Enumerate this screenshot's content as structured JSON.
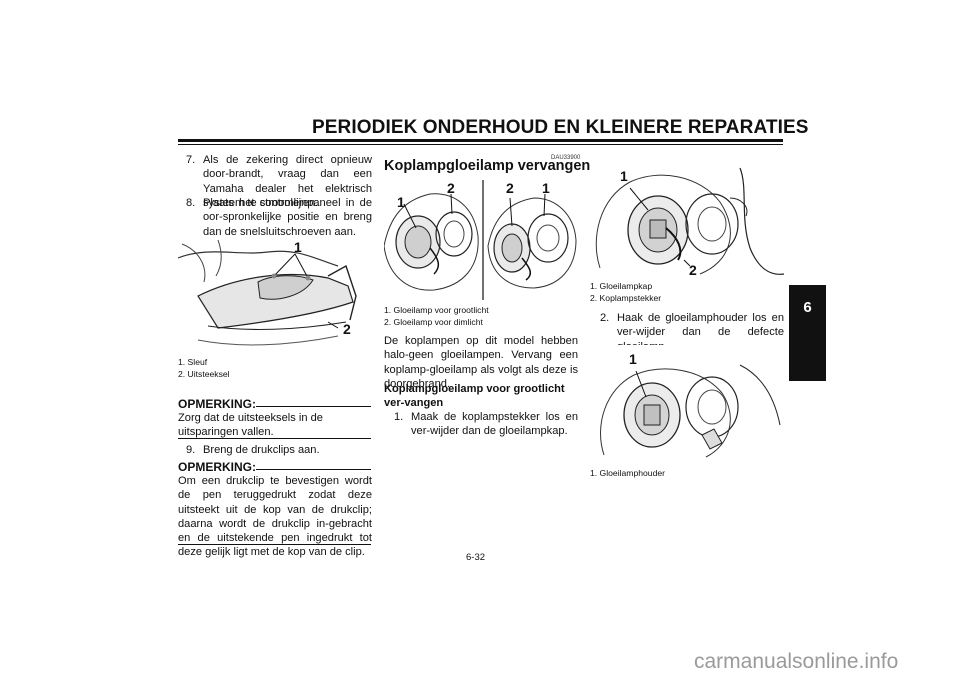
{
  "header": {
    "title": "PERIODIEK ONDERHOUD EN KLEINERE REPARATIES",
    "chapter_tab": "6"
  },
  "col1": {
    "step7": {
      "num": "7.",
      "text": "Als de zekering direct opnieuw door-brandt, vraag dan een Yamaha dealer het elektrisch systeem te controleren."
    },
    "step8": {
      "num": "8.",
      "text": "Plaats het stroomlijnpaneel in de oor-spronkelijke positie en breng dan de snelsluitschroeven aan."
    },
    "figure1": {
      "callout1": "1",
      "callout2": "2"
    },
    "captions": [
      "1. Sleuf",
      "2. Uitsteeksel"
    ],
    "note1": {
      "head": "OPMERKING:",
      "text": "Zorg dat de uitsteeksels in de uitsparingen vallen."
    },
    "step9": {
      "num": "9.",
      "text": "Breng de drukclips aan."
    },
    "note2": {
      "head": "OPMERKING:",
      "text": "Om een drukclip te bevestigen wordt de pen teruggedrukt zodat deze uitsteekt uit de kop van de drukclip; daarna wordt de drukclip in-gebracht en de uitstekende pen ingedrukt tot deze gelijk ligt met de kop van de clip."
    }
  },
  "col2": {
    "code": "DAU33900",
    "heading": "Koplampgloeilamp vervangen",
    "figure2": {
      "left_callout_1": "1",
      "left_callout_2": "2",
      "right_callout_2": "2",
      "right_callout_1": "1"
    },
    "captions": [
      "1. Gloeilamp voor grootlicht",
      "2. Gloeilamp voor dimlicht"
    ],
    "paragraph": "De koplampen op dit model hebben halo-geen gloeilampen. Vervang een koplamp-gloeilamp als volgt als deze is doorgebrand.",
    "subheading": "Koplampgloeilamp voor grootlicht ver-vangen",
    "step1": {
      "num": "1.",
      "text": "Maak de koplampstekker los en ver-wijder dan de gloeilampkap."
    }
  },
  "col3": {
    "figure3": {
      "callout1": "1",
      "callout2": "2"
    },
    "captions": [
      "1. Gloeilampkap",
      "2. Koplampstekker"
    ],
    "step2": {
      "num": "2.",
      "text": "Haak de gloeilamphouder los en ver-wijder dan de defecte gloeilamp."
    },
    "figure4": {
      "callout1": "1"
    },
    "caption4": "1. Gloeilamphouder"
  },
  "page_number": "6-32",
  "watermark": "carmanualsonline.info"
}
